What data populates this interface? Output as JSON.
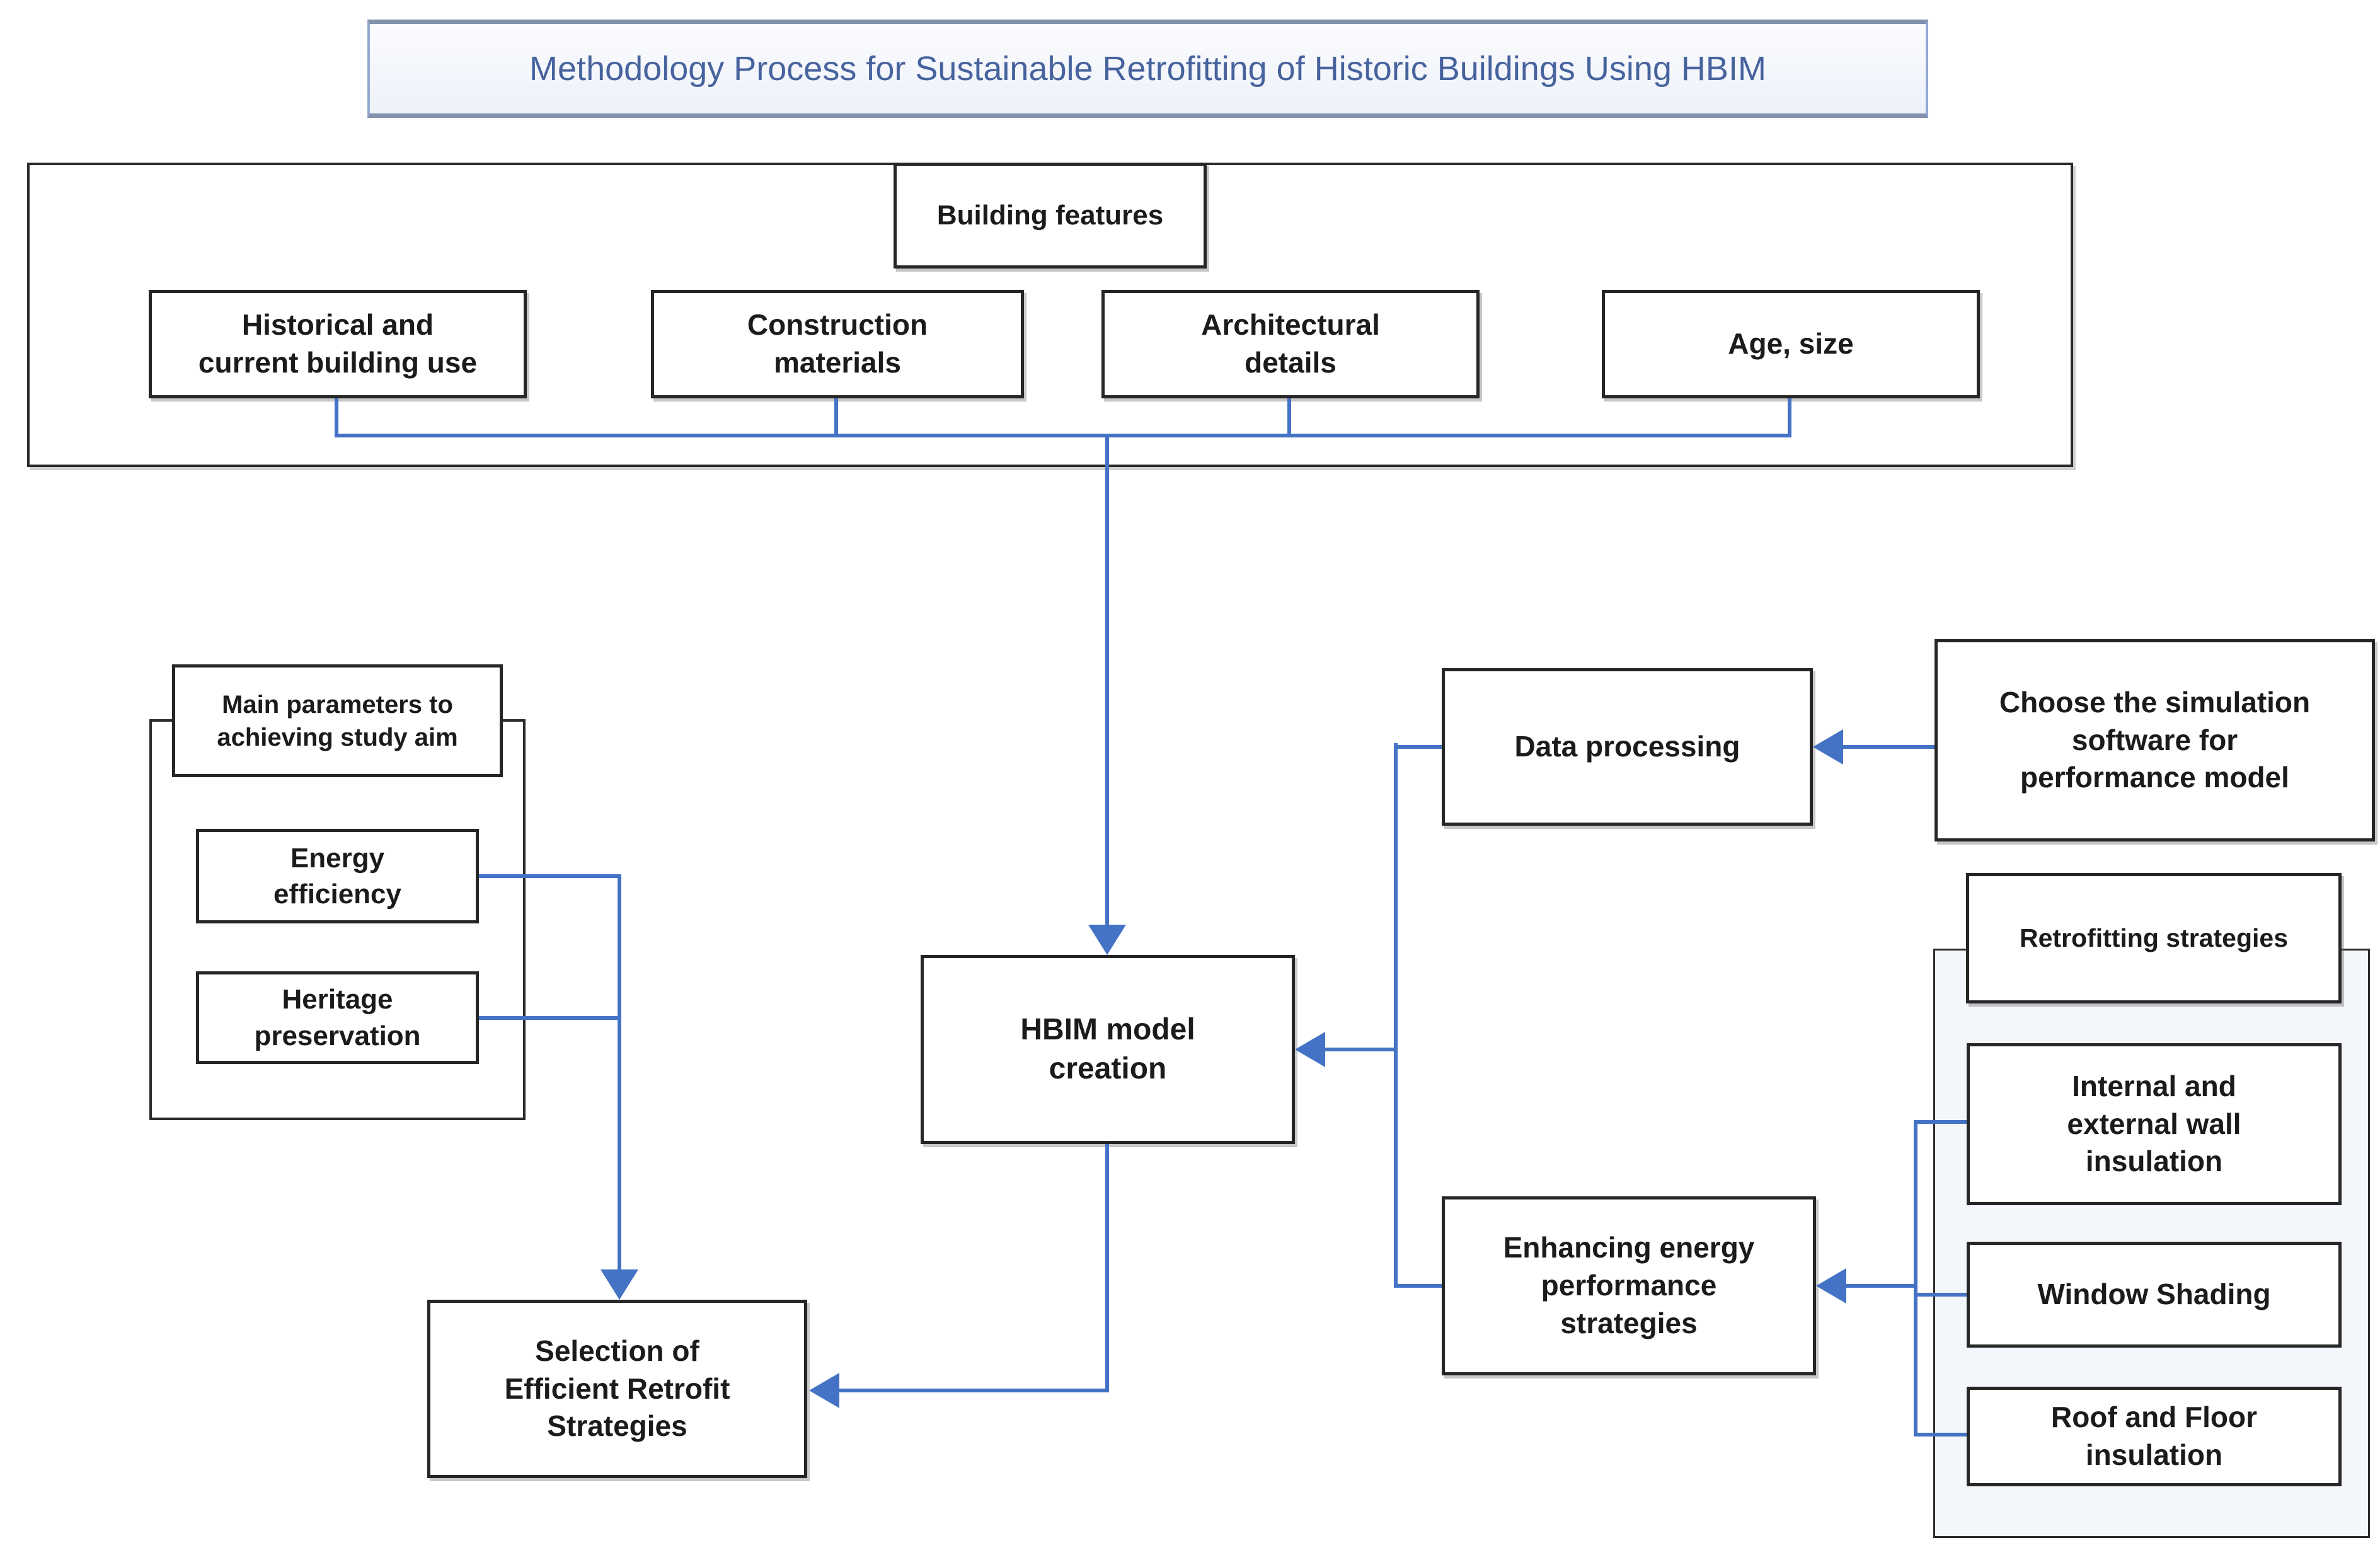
{
  "title": "Methodology Process for Sustainable Retrofitting of Historic Buildings Using HBIM",
  "building_features": {
    "label": "Building features",
    "items": [
      "Historical and\ncurrent building use",
      "Construction\nmaterials",
      "Architectural\ndetails",
      "Age, size"
    ]
  },
  "main_parameters": {
    "label": "Main parameters to\nachieving study aim",
    "items": [
      "Energy\nefficiency",
      "Heritage\npreservation"
    ]
  },
  "hbim_model": "HBIM model\ncreation",
  "data_processing": "Data processing",
  "simulation_software": "Choose the simulation\nsoftware for\nperformance model",
  "retrofitting": {
    "label": "Retrofitting strategies",
    "items": [
      "Internal and\nexternal wall\ninsulation",
      "Window Shading",
      "Roof and Floor\ninsulation"
    ]
  },
  "enhancing": "Enhancing energy\nperformance\nstrategies",
  "selection": "Selection of\nEfficient Retrofit\nStrategies",
  "colors": {
    "connector": "#4473c5",
    "box_border": "#262626",
    "title_text": "#47639e",
    "title_border": "#8fa5cf",
    "retro_panel_bg": "#f3f6fb"
  }
}
